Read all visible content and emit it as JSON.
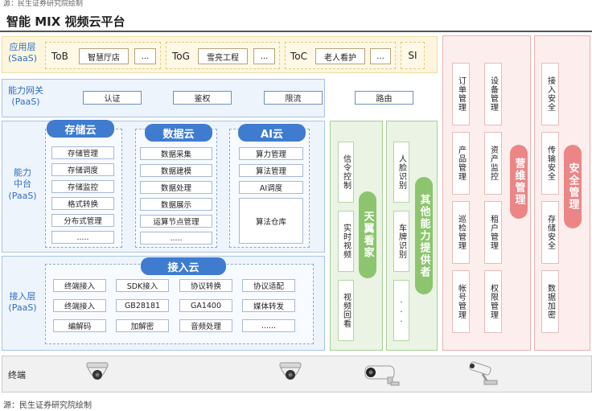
{
  "header_note": "源：民生证券研究院绘制",
  "title": "智能 MIX 视频云平台",
  "app_layer": {
    "label_line1": "应用层",
    "label_line2": "(SaaS)",
    "tob": {
      "name": "ToB",
      "cells": [
        "智慧厅店",
        "..."
      ]
    },
    "tog": {
      "name": "ToG",
      "cells": [
        "雪亮工程",
        "..."
      ]
    },
    "toc": {
      "name": "ToC",
      "cells": [
        "老人看护",
        "..."
      ]
    },
    "si": "SI"
  },
  "gateway_layer": {
    "label_line1": "能力网关",
    "label_line2": "(PaaS)",
    "cells": [
      "认证",
      "鉴权",
      "限流",
      "路由"
    ]
  },
  "middle_layer": {
    "label_line1": "能力",
    "label_line2": "中台",
    "label_line3": "(PaaS)",
    "storage": {
      "name": "存储云",
      "cells": [
        "存储管理",
        "存储调度",
        "存储监控",
        "格式转换",
        "分布式管理",
        "....."
      ]
    },
    "data": {
      "name": "数据云",
      "cells": [
        "数据采集",
        "数据建模",
        "数据处理",
        "数据展示",
        "运算节点管理",
        "....."
      ]
    },
    "ai": {
      "name": "AI云",
      "cells": [
        "算力管理",
        "算法管理",
        "AI调度",
        "算法仓库"
      ]
    }
  },
  "access_layer": {
    "label_line1": "接入层",
    "label_line2": "(PaaS)",
    "name": "接入云",
    "rows": [
      [
        "终端接入",
        "SDK接入",
        "协议转换",
        "协议适配"
      ],
      [
        "终端接入",
        "GB28181",
        "GA1400",
        "媒体转发"
      ],
      [
        "编解码",
        "加解密",
        "音频处理",
        "......"
      ]
    ]
  },
  "tianyi": {
    "name": "天翼看家",
    "cells": [
      "信令控制",
      "实时视频",
      "视频回看"
    ]
  },
  "other": {
    "name": "其他能力提供者",
    "cells": [
      "人脸识别",
      "车牌识别",
      "..."
    ]
  },
  "ops": {
    "name": "营维管理",
    "cells": [
      "订单管理",
      "设备管理",
      "产品管理",
      "资产监控",
      "巡检管理",
      "租户管理",
      "帐号管理",
      "权限管理"
    ]
  },
  "security": {
    "name": "安全管理",
    "cells": [
      "接入安全",
      "传输安全",
      "存储安全",
      "数据加密"
    ]
  },
  "terminal": {
    "label": "终端",
    "devices": [
      "dome-camera-icon",
      "dome-camera-icon",
      "bullet-camera-icon",
      "bracket-camera-icon"
    ]
  },
  "source": "源：民生证券研究院绘制"
}
